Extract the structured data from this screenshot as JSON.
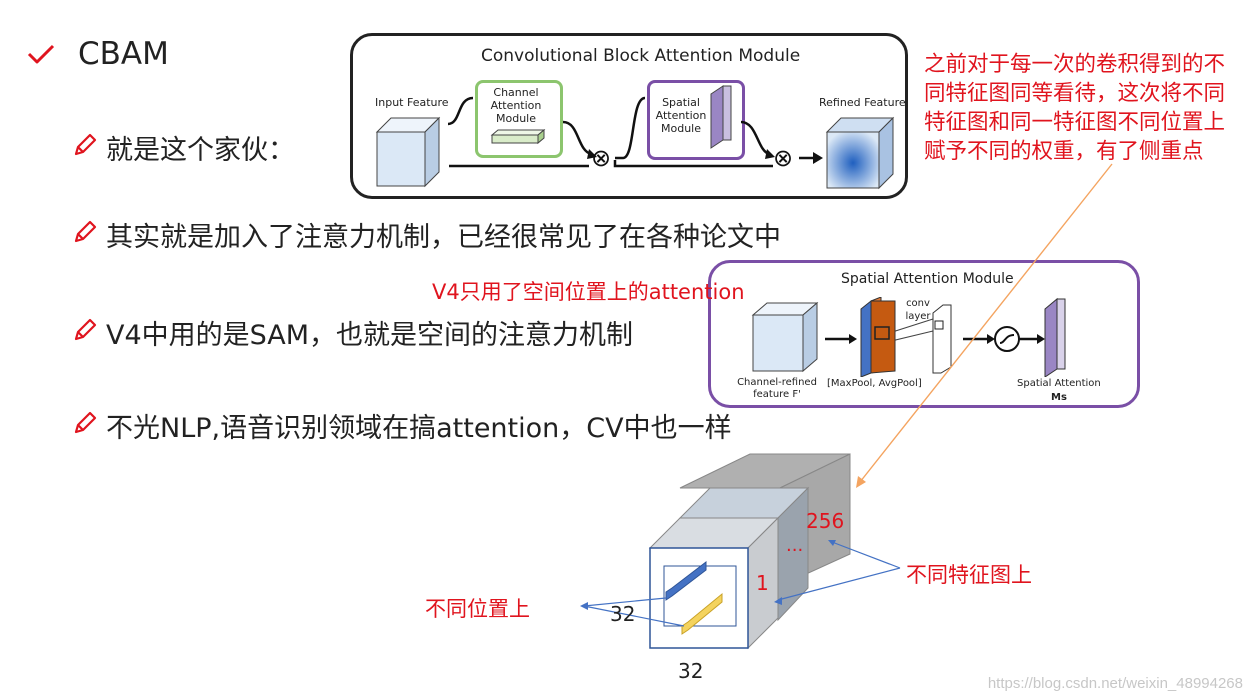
{
  "slide": {
    "title": "CBAM",
    "bullets": [
      "就是这个家伙：",
      "其实就是加入了注意力机制，已经很常见了在各种论文中",
      "V4中用的是SAM，也就是空间的注意力机制",
      "不光NLP,语音识别领域在搞attention，CV中也一样"
    ]
  },
  "annotations": {
    "right_note": "之前对于每一次的卷积得到的不同特征图同等看待，这次将不同特征图和同一特征图不同位置上赋予不同的权重，有了侧重点",
    "v4_note": "V4只用了空间位置上的attention",
    "feature_maps_label": "不同特征图上",
    "positions_label": "不同位置上"
  },
  "cbam_figure": {
    "title": "Convolutional Block Attention Module",
    "input_label": "Input Feature",
    "channel_label": "Channel Attention Module",
    "spatial_label": "Spatial Attention Module",
    "refined_label": "Refined Feature",
    "multiply_symbol": "⊗"
  },
  "sam_figure": {
    "title": "Spatial Attention Module",
    "conv_label": "conv layer",
    "input_label": "Channel-refined feature F'",
    "pool_label": "[MaxPool, AvgPool]",
    "output_label": "Spatial Attention",
    "output_symbol": "Ms"
  },
  "cube_diagram": {
    "depth_label": "256",
    "ellipsis": "...",
    "first_label": "1",
    "width_label": "32",
    "height_label": "32"
  },
  "watermark": "https://blog.csdn.net/weixin_48994268",
  "colors": {
    "red": "#e0141e",
    "purple": "#7a4fa6",
    "green": "#8cc56e",
    "blue": "#4472c4",
    "yellow": "#f4d35e",
    "orange_line": "#f4a460"
  }
}
